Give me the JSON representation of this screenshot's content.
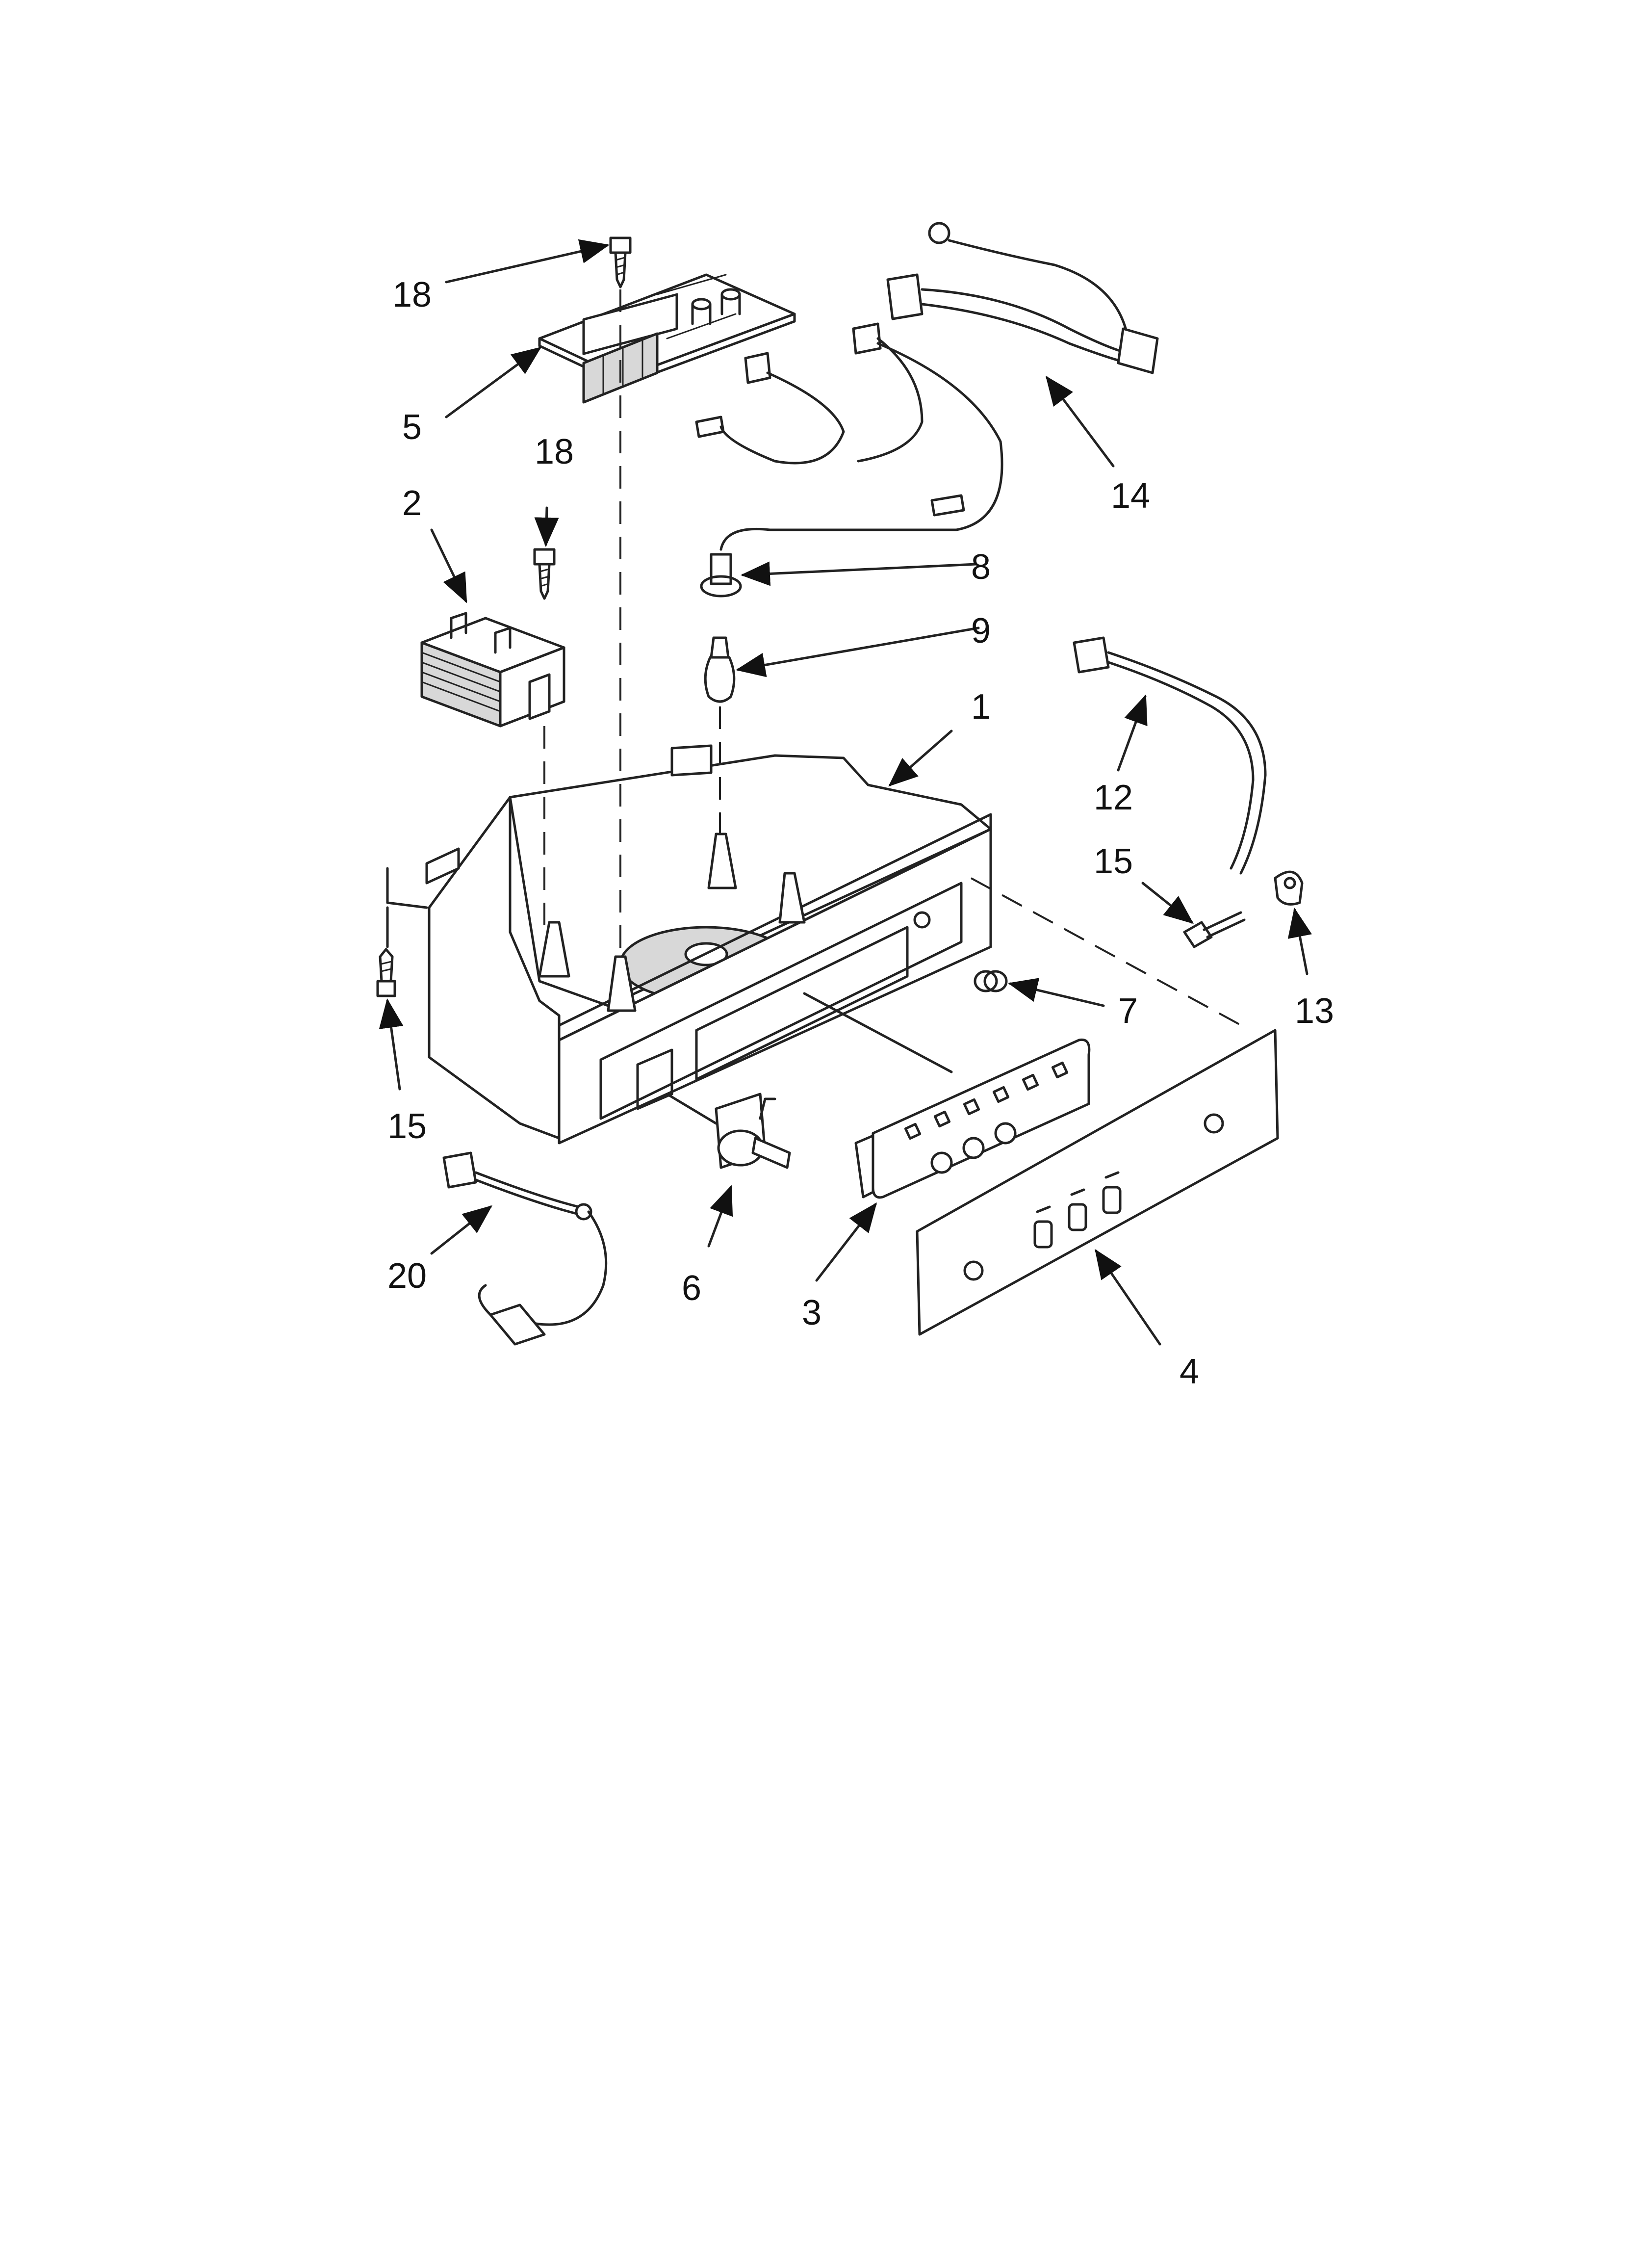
{
  "callouts": [
    {
      "id": "18a",
      "text": "18"
    },
    {
      "id": "5",
      "text": "5"
    },
    {
      "id": "18b",
      "text": "18"
    },
    {
      "id": "2",
      "text": "2"
    },
    {
      "id": "14",
      "text": "14"
    },
    {
      "id": "8",
      "text": "8"
    },
    {
      "id": "9",
      "text": "9"
    },
    {
      "id": "1",
      "text": "1"
    },
    {
      "id": "12",
      "text": "12"
    },
    {
      "id": "15a",
      "text": "15"
    },
    {
      "id": "13",
      "text": "13"
    },
    {
      "id": "7",
      "text": "7"
    },
    {
      "id": "15b",
      "text": "15"
    },
    {
      "id": "20",
      "text": "20"
    },
    {
      "id": "6",
      "text": "6"
    },
    {
      "id": "3",
      "text": "3"
    },
    {
      "id": "4",
      "text": "4"
    }
  ]
}
